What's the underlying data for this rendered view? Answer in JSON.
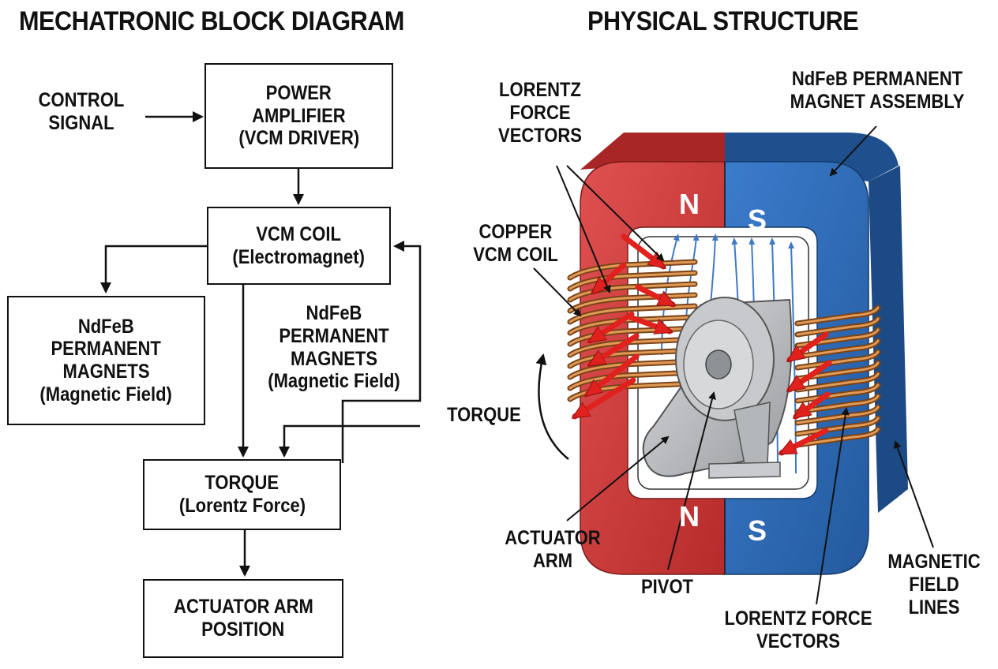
{
  "titles": {
    "left": "MECHATRONIC BLOCK DIAGRAM",
    "right": "PHYSICAL STRUCTURE"
  },
  "block_diagram": {
    "input": [
      "CONTROL",
      "SIGNAL"
    ],
    "power_amplifier": [
      "POWER",
      "AMPLIFIER",
      "(VCM DRIVER)"
    ],
    "vcm_coil": [
      "VCM COIL",
      "(Electromagnet)"
    ],
    "magnets_left": [
      "NdFeB",
      "PERMANENT",
      "MAGNETS",
      "(Magnetic Field)"
    ],
    "magnets_right": [
      "NdFeB",
      "PERMANENT",
      "MAGNETS",
      "(Magnetic Field)"
    ],
    "torque": [
      "TORQUE",
      "(Lorentz Force)"
    ],
    "output": [
      "ACTUATOR ARM",
      "POSITION"
    ]
  },
  "structure": {
    "lorentz_top": [
      "LORENTZ",
      "FORCE",
      "VECTORS"
    ],
    "magnet_assembly": [
      "NdFeB PERMANENT",
      "MAGNET ASSEMBLY"
    ],
    "copper_coil": [
      "COPPER",
      "VCM COIL"
    ],
    "torque": "TORQUE",
    "actuator_arm": [
      "ACTUATOR",
      "ARM"
    ],
    "pivot": "PIVOT",
    "lorentz_bottom": [
      "LORENTZ FORCE",
      "VECTORS"
    ],
    "field_lines": [
      "MAGNETIC",
      "FIELD",
      "LINES"
    ],
    "poles": {
      "top_left": "N",
      "top_right": "S",
      "bottom_left": "N",
      "bottom_right": "S"
    }
  },
  "colors": {
    "north_red": "#d63a3a",
    "south_blue": "#2f6cb8",
    "copper": "#c87a3c",
    "arrow_red": "#e0211e",
    "field_line_blue": "#3f79c6",
    "arm_gray": "#b9bcbf"
  }
}
